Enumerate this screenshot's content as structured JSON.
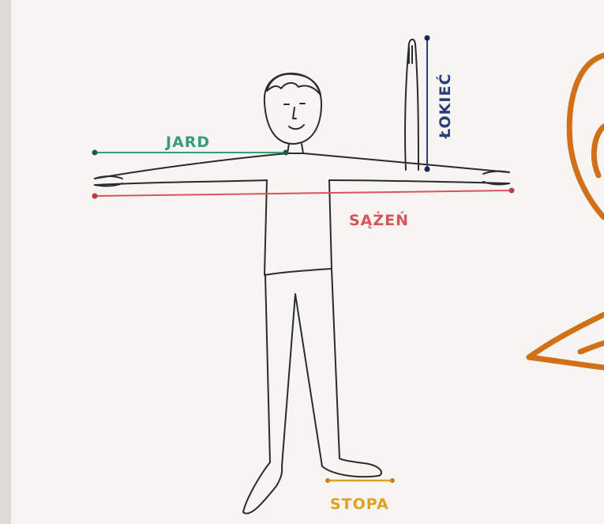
{
  "labels": {
    "jard": "JARD",
    "sazen": "SĄŻEŃ",
    "lokiec": "ŁOKIEĆ",
    "stopa": "STOPA"
  },
  "colors": {
    "jard": "#3a9a7c",
    "sazen": "#d9545a",
    "lokiec": "#2a3d7a",
    "stopa": "#e0a020",
    "figure": "#2b2b2b",
    "swirl": "#d2701a",
    "paper": "#f6f5f1"
  }
}
